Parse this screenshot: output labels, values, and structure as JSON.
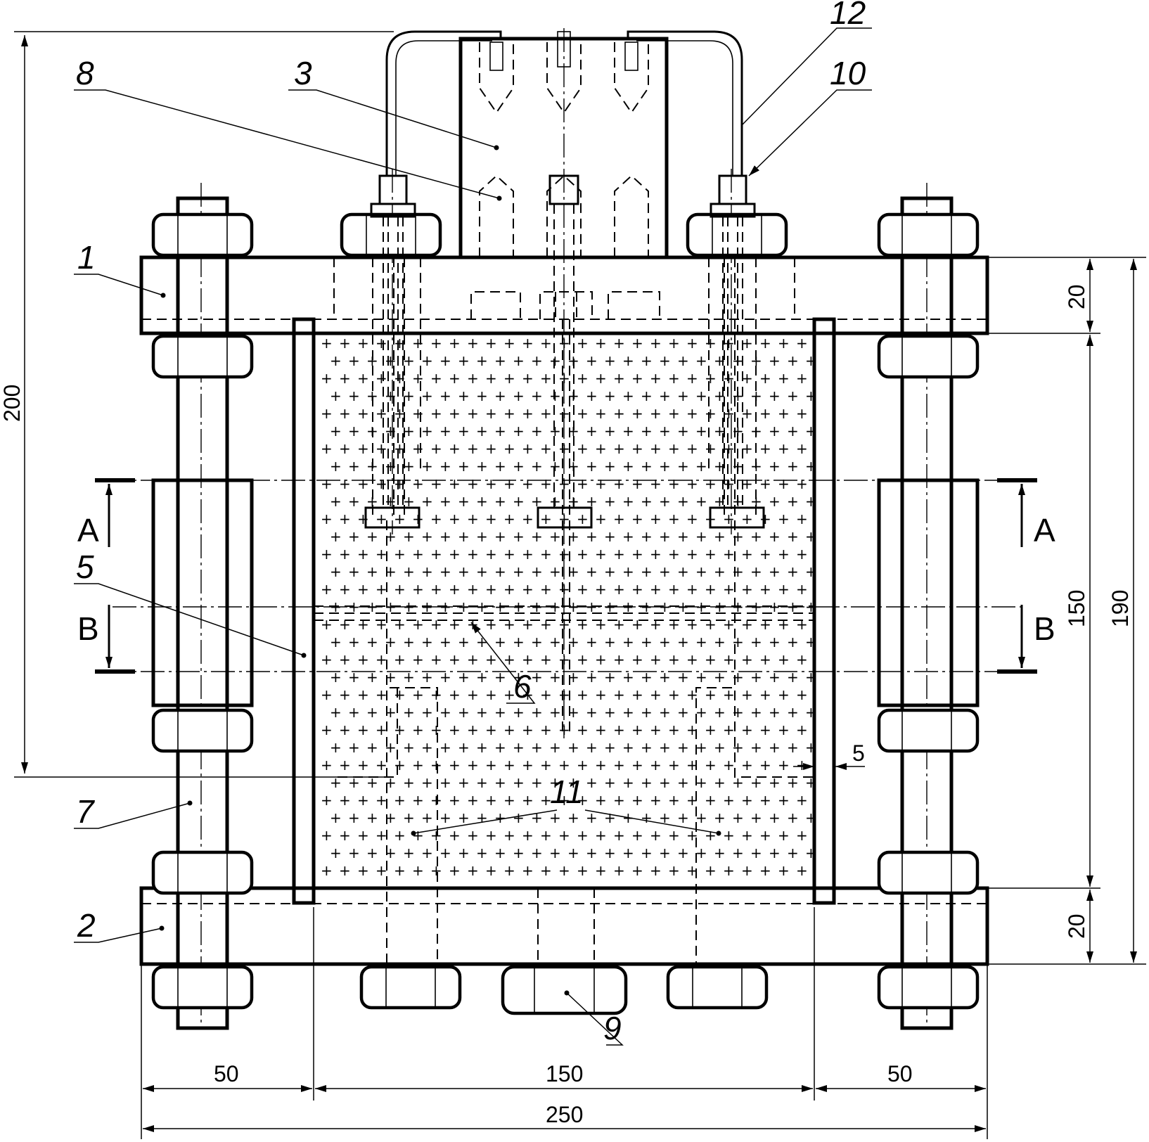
{
  "callouts": [
    "1",
    "2",
    "3",
    "5",
    "6",
    "7",
    "8",
    "9",
    "10",
    "11",
    "12"
  ],
  "section_marks": {
    "a": "A",
    "b": "B"
  },
  "dimensions": {
    "top_height": "200",
    "plate_top": "20",
    "inner_height": "150",
    "outer_height": "190",
    "plate_bottom": "20",
    "gap": "5",
    "left_width": "50",
    "middle_width": "150",
    "right_width": "50",
    "total_width": "250"
  },
  "fill_symbol": "+"
}
